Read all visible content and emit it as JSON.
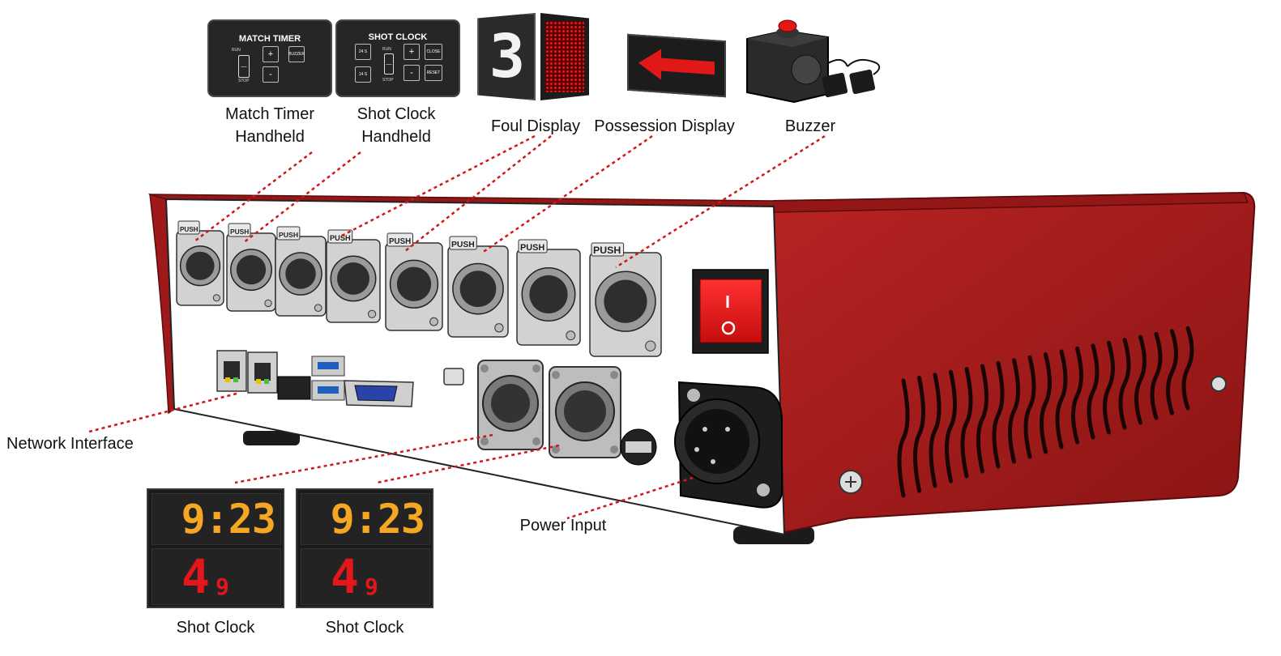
{
  "labels": {
    "match_timer": "Match Timer\nHandheld",
    "shot_clock_handheld": "Shot Clock\nHandheld",
    "foul_display": "Foul Display",
    "possession_display": "Possession Display",
    "buzzer": "Buzzer",
    "network_interface": "Network Interface",
    "power_input": "Power Input",
    "shot_clock_1": "Shot Clock",
    "shot_clock_2": "Shot Clock"
  },
  "match_timer_handheld": {
    "title": "MATCH TIMER",
    "run": "RUN",
    "stop": "STOP",
    "plus": "+",
    "minus": "-",
    "buzzer": "BUZZER"
  },
  "shot_clock_handheld": {
    "title": "SHOT CLOCK",
    "btn_24": "24 S",
    "btn_14": "14 S",
    "run": "RUN",
    "stop": "STOP",
    "plus": "+",
    "minus": "-",
    "close": "CLOSE",
    "reset": "RESET"
  },
  "foul_display": {
    "digit": "3"
  },
  "connectors": {
    "push_label": "PUSH",
    "count": 8
  },
  "shot_clock_display": {
    "game_time": "9:23",
    "shot_time_main": "4",
    "shot_time_tenth": "9"
  },
  "colors": {
    "enclosure": "#a51d1d",
    "leader_line": "#d01818",
    "amber_led": "#f5a623",
    "red_led": "#e3161b"
  }
}
